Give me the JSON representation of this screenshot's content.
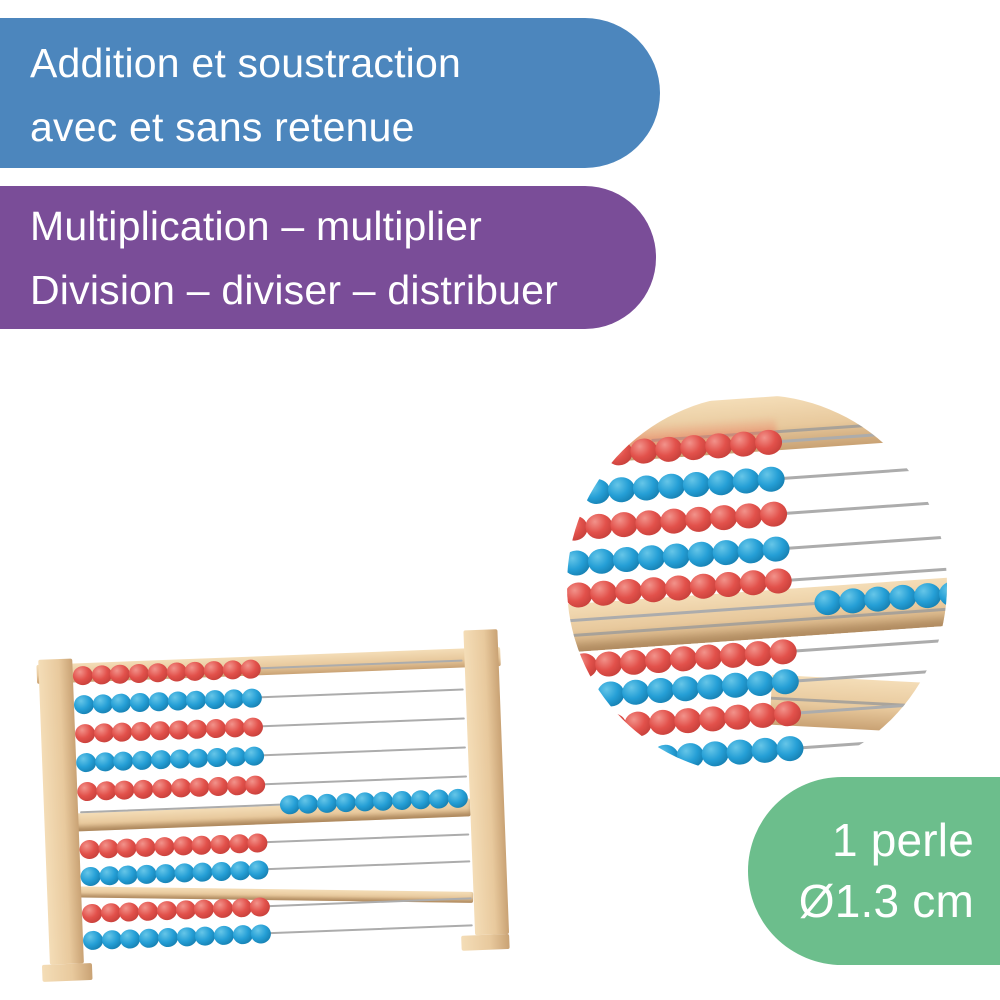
{
  "banners": {
    "blue": {
      "lines": [
        "Addition et soustraction",
        "avec et sans retenue"
      ]
    },
    "purple": {
      "lines": [
        "Multiplication – multiplier",
        "Division – diviser – distribuer"
      ]
    },
    "green": {
      "lines": [
        "1 perle",
        "Ø1.3 cm"
      ]
    }
  },
  "colors": {
    "background": "#FFFFFF",
    "banner_blue": "#4C86BD",
    "banner_purple": "#7A4D98",
    "banner_green": "#6CBE8C",
    "text": "#FFFFFF",
    "bead_red": "#E2514B",
    "bead_red_light": "#F2938B",
    "bead_red_dark": "#B93732",
    "bead_blue": "#259FD6",
    "bead_blue_light": "#66C6E8",
    "bead_blue_dark": "#0E6F9E",
    "wood_light": "#F4DDB7",
    "wood_mid": "#E8C99D",
    "wood_dark": "#C9A274",
    "wire": "#ACACAC"
  },
  "abacus": {
    "beads_per_row": 10,
    "rows": [
      {
        "color": "red",
        "side": "left",
        "beads": 10
      },
      {
        "color": "blue",
        "side": "left",
        "beads": 10
      },
      {
        "color": "red",
        "side": "left",
        "beads": 10
      },
      {
        "color": "blue",
        "side": "left",
        "beads": 10
      },
      {
        "color": "red",
        "side": "left",
        "beads": 10
      },
      {
        "color": "blue",
        "side": "right",
        "beads": 10
      },
      {
        "color": "red",
        "side": "left",
        "beads": 10
      },
      {
        "color": "blue",
        "side": "left",
        "beads": 10
      },
      {
        "color": "red",
        "side": "left",
        "beads": 10
      },
      {
        "color": "blue",
        "side": "left",
        "beads": 10
      }
    ]
  },
  "detail": {
    "rows": [
      {
        "color": "red",
        "side": "left",
        "beads": 10
      },
      {
        "color": "blue",
        "side": "left",
        "beads": 10
      },
      {
        "color": "red",
        "side": "left",
        "beads": 10
      },
      {
        "color": "blue",
        "side": "left",
        "beads": 10
      },
      {
        "color": "red",
        "side": "left",
        "beads": 10
      },
      {
        "color": "blue",
        "side": "right",
        "beads": 7
      },
      {
        "color": "red",
        "side": "left",
        "beads": 10
      },
      {
        "color": "blue",
        "side": "left",
        "beads": 10
      },
      {
        "color": "red",
        "side": "left",
        "beads": 10
      },
      {
        "color": "blue",
        "side": "left",
        "beads": 10
      }
    ]
  }
}
